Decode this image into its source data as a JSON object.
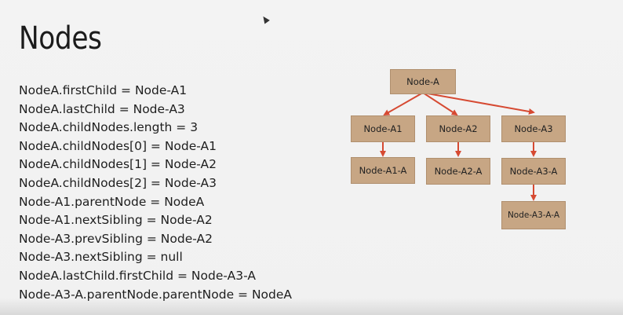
{
  "slide": {
    "title": "Nodes",
    "lines": [
      "NodeA.firstChild = Node-A1",
      "NodeA.lastChild = Node-A3",
      "NodeA.childNodes.length = 3",
      "NodeA.childNodes[0] = Node-A1",
      "NodeA.childNodes[1] = Node-A2",
      "NodeA.childNodes[2] = Node-A3",
      "Node-A1.parentNode = NodeA",
      "Node-A1.nextSibling = Node-A2",
      "Node-A3.prevSibling = Node-A2",
      "Node-A3.nextSibling = null",
      "NodeA.lastChild.firstChild = Node-A3-A",
      "Node-A3-A.parentNode.parentNode = NodeA"
    ]
  },
  "diagram": {
    "nodes": {
      "root": "Node-A",
      "a1": "Node-A1",
      "a2": "Node-A2",
      "a3": "Node-A3",
      "a1a": "Node-A1-A",
      "a2a": "Node-A2-A",
      "a3a": "Node-A3-A",
      "a3aa": "Node-A3-A-A"
    },
    "colors": {
      "node_fill": "#c7a684",
      "arrow": "#d64a32"
    }
  }
}
